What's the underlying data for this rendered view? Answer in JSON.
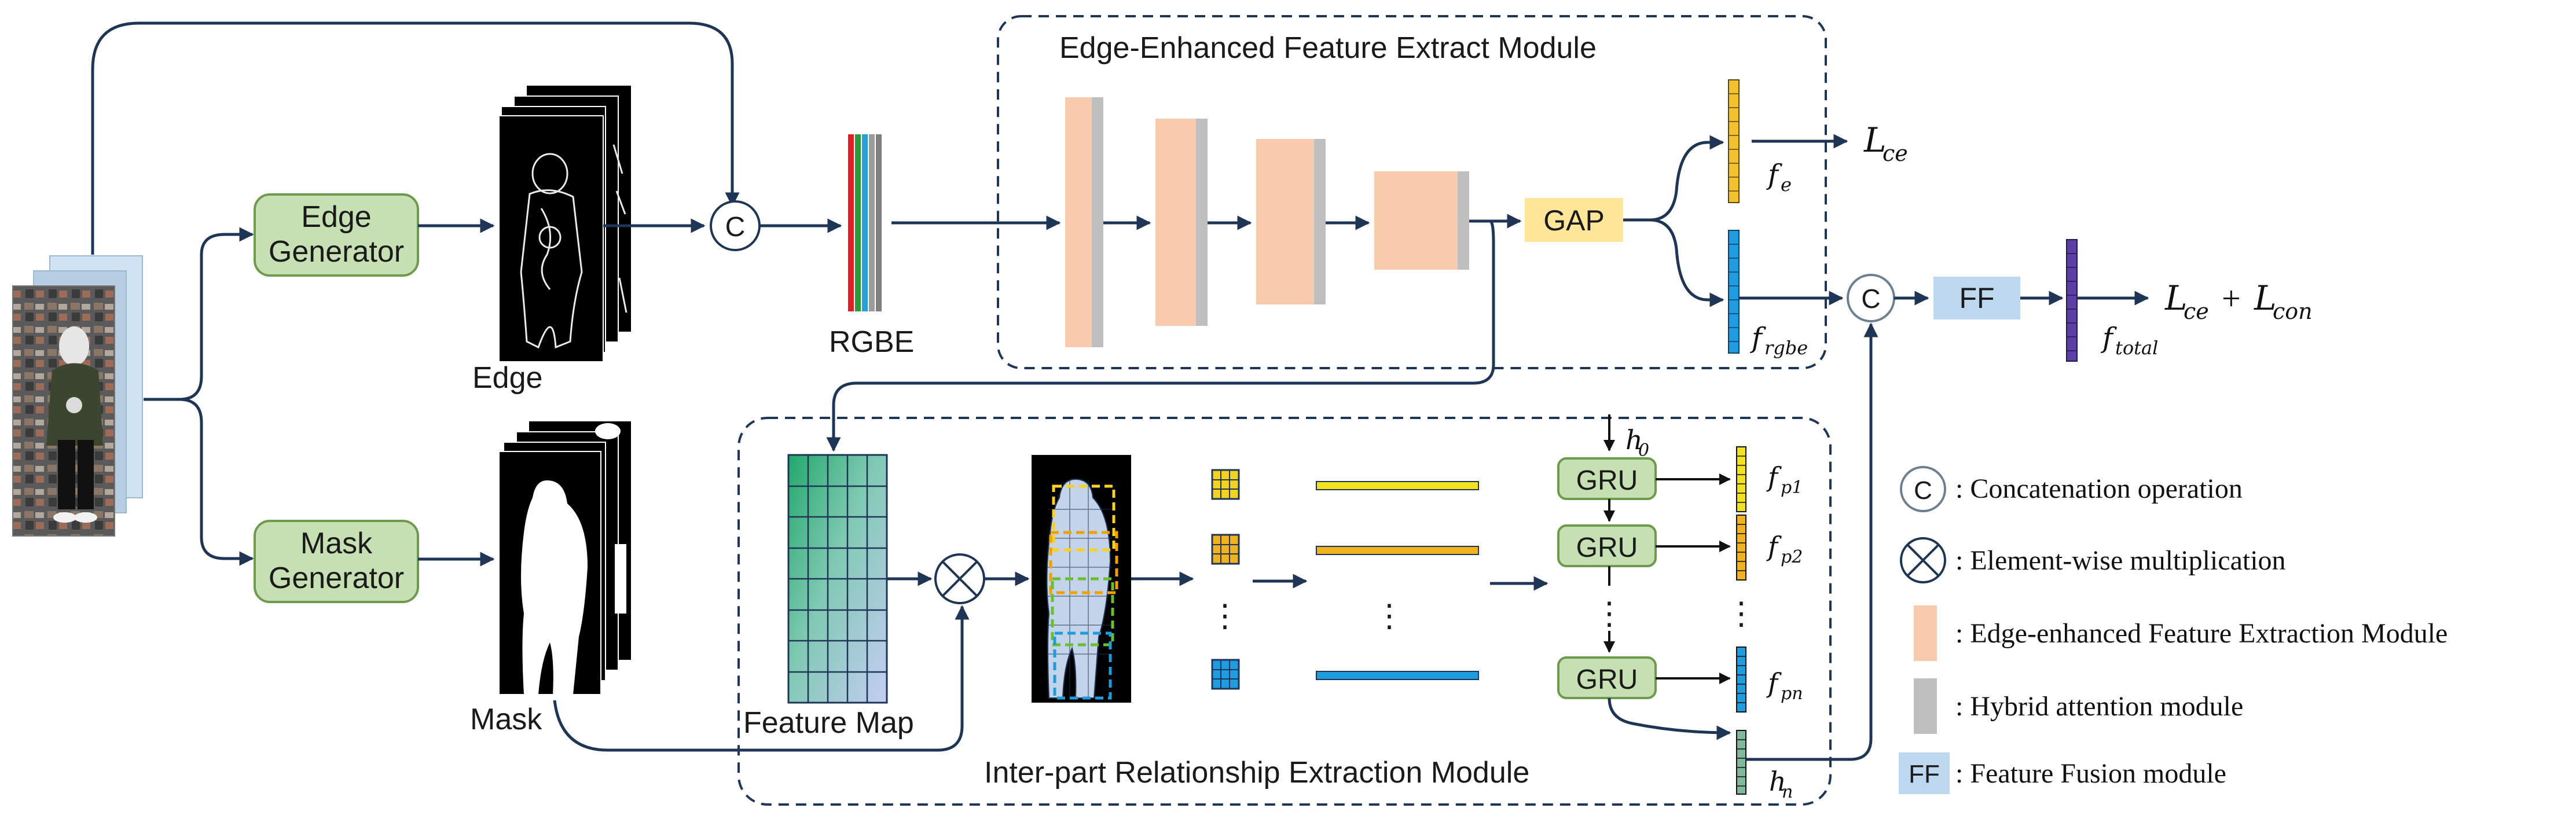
{
  "modules": {
    "edge_module_title": "Edge-Enhanced Feature Extract Module",
    "inter_part_module_title": "Inter-part Relationship Extraction Module"
  },
  "blocks": {
    "edge_generator_line1": "Edge",
    "edge_generator_line2": "Generator",
    "mask_generator_line1": "Mask",
    "mask_generator_line2": "Generator",
    "gap": "GAP",
    "ff": "FF",
    "gru": "GRU",
    "concat_symbol": "C"
  },
  "labels": {
    "edge": "Edge",
    "mask": "Mask",
    "rgbe": "RGBE",
    "feature_map": "Feature Map",
    "h0": "h",
    "h0_sub": "0",
    "hn": "h",
    "hn_sub": "n",
    "fe": "f",
    "fe_sub": "e",
    "frgbe": "f",
    "frgbe_sub": "rgbe",
    "ftotal": "f",
    "ftotal_sub": "total",
    "fp1": "f",
    "fp1_sub": "p1",
    "fp2": "f",
    "fp2_sub": "p2",
    "fpn": "f",
    "fpn_sub": "pn",
    "vdots": "⋮"
  },
  "losses": {
    "loss_ce_L": "L",
    "loss_ce_sub": "ce",
    "loss_total_L1": "L",
    "loss_total_sub1": "ce",
    "loss_total_plus": "+",
    "loss_total_L2": "L",
    "loss_total_sub2": "con"
  },
  "legend": {
    "concat": ": Concatenation operation",
    "multiply": ": Element-wise multiplication",
    "edge_module": ": Edge-enhanced Feature Extraction Module",
    "attention": ": Hybrid attention module",
    "ff": ": Feature Fusion module",
    "ff_box": "FF",
    "concat_box": "C"
  },
  "colors": {
    "generator_fill": "#c6e0b4",
    "generator_stroke": "#6e9a4d",
    "stage_fill": "#f8cbad",
    "attention_fill": "#bfbfbf",
    "gap_fill": "#ffe699",
    "ff_fill": "#bdd7ee",
    "fe_bar": "#f2c12e",
    "frgbe_bar": "#1f9be0",
    "ftotal_bar": "#5b3fa4",
    "arrow": "#1f3556"
  }
}
